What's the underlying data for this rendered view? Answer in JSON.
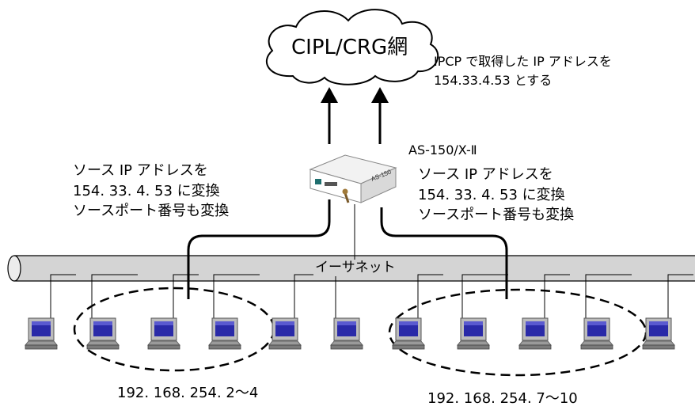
{
  "cloud": {
    "label": "CIPL/CRG網"
  },
  "ipcp_note": {
    "line1": "IPCP で取得した IP アドレスを",
    "line2": "154.33.4.53 とする"
  },
  "device": {
    "model_label": "AS-150/X-Ⅱ",
    "front_text": "AS-150"
  },
  "left_note": {
    "line1": "ソース IP アドレスを",
    "line2": "154. 33. 4. 53 に変換",
    "line3": "ソースポート番号も変換"
  },
  "right_note": {
    "line1": "ソース IP アドレスを",
    "line2": "154. 33. 4. 53 に変換",
    "line3": "ソースポート番号も変換"
  },
  "ethernet": {
    "label": "イーサネット"
  },
  "group_left": {
    "range": "192. 168. 254. 2～4"
  },
  "group_right": {
    "range": "192. 168. 254. 7～10"
  },
  "colors": {
    "pipe": "#d4d4d4",
    "screen": "#2a2aa8",
    "monitor": "#bcbcbc",
    "line": "#000000"
  },
  "pc_count": 11
}
